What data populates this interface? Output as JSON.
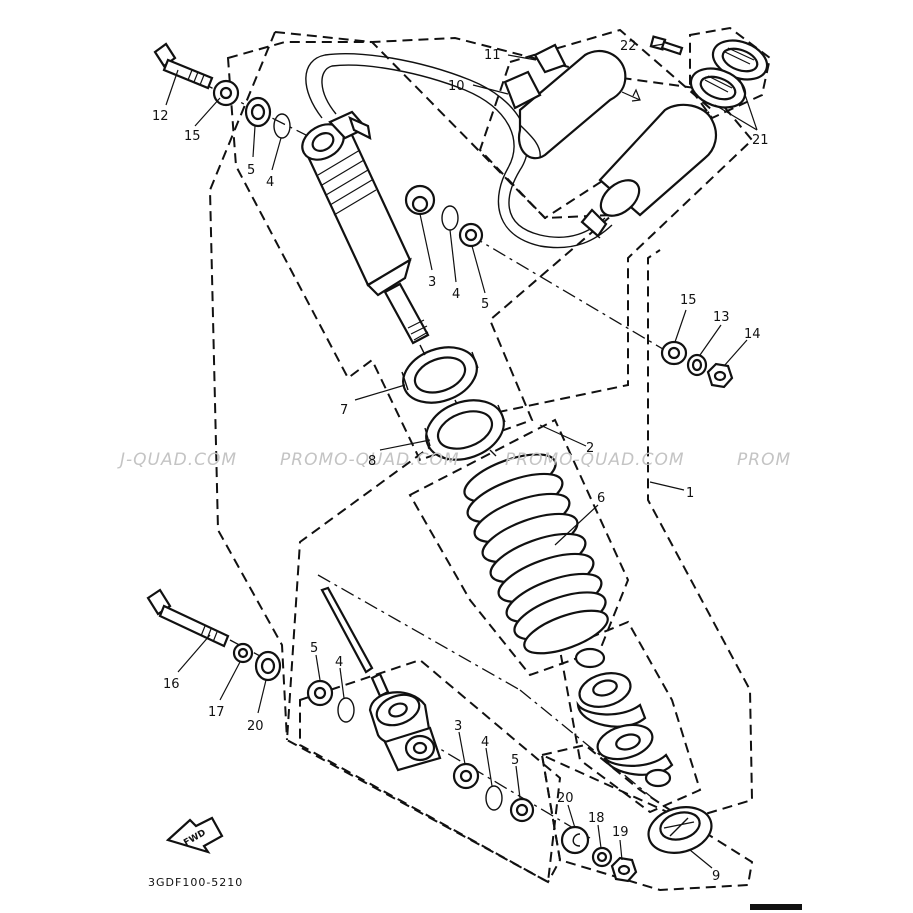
{
  "callouts": [
    {
      "id": "c1",
      "label": "1"
    },
    {
      "id": "c2",
      "label": "2"
    },
    {
      "id": "c3a",
      "label": "3"
    },
    {
      "id": "c3b",
      "label": "3"
    },
    {
      "id": "c4a",
      "label": "4"
    },
    {
      "id": "c4b",
      "label": "4"
    },
    {
      "id": "c4c",
      "label": "4"
    },
    {
      "id": "c4d",
      "label": "4"
    },
    {
      "id": "c5a",
      "label": "5"
    },
    {
      "id": "c5b",
      "label": "5"
    },
    {
      "id": "c5c",
      "label": "5"
    },
    {
      "id": "c5d",
      "label": "5"
    },
    {
      "id": "c6",
      "label": "6"
    },
    {
      "id": "c7",
      "label": "7"
    },
    {
      "id": "c8",
      "label": "8"
    },
    {
      "id": "c9",
      "label": "9"
    },
    {
      "id": "c10",
      "label": "10"
    },
    {
      "id": "c11",
      "label": "11"
    },
    {
      "id": "c12",
      "label": "12"
    },
    {
      "id": "c13",
      "label": "13"
    },
    {
      "id": "c14",
      "label": "14"
    },
    {
      "id": "c15a",
      "label": "15"
    },
    {
      "id": "c15b",
      "label": "15"
    },
    {
      "id": "c16",
      "label": "16"
    },
    {
      "id": "c17",
      "label": "17"
    },
    {
      "id": "c18",
      "label": "18"
    },
    {
      "id": "c19",
      "label": "19"
    },
    {
      "id": "c20a",
      "label": "20"
    },
    {
      "id": "c20b",
      "label": "20"
    },
    {
      "id": "c21",
      "label": "21"
    },
    {
      "id": "c22",
      "label": "22"
    }
  ],
  "watermarks": [
    {
      "id": "w1",
      "text": "J-QUAD.COM"
    },
    {
      "id": "w2",
      "text": "PROMO-QUAD.COM"
    },
    {
      "id": "w3",
      "text": "PROMO-QUAD.COM"
    },
    {
      "id": "w4",
      "text": "PROM"
    }
  ],
  "fwd_label": "FWD",
  "diagram_code": "3GDF100-5210",
  "icons": [
    "forward-direction-arrow-icon"
  ]
}
